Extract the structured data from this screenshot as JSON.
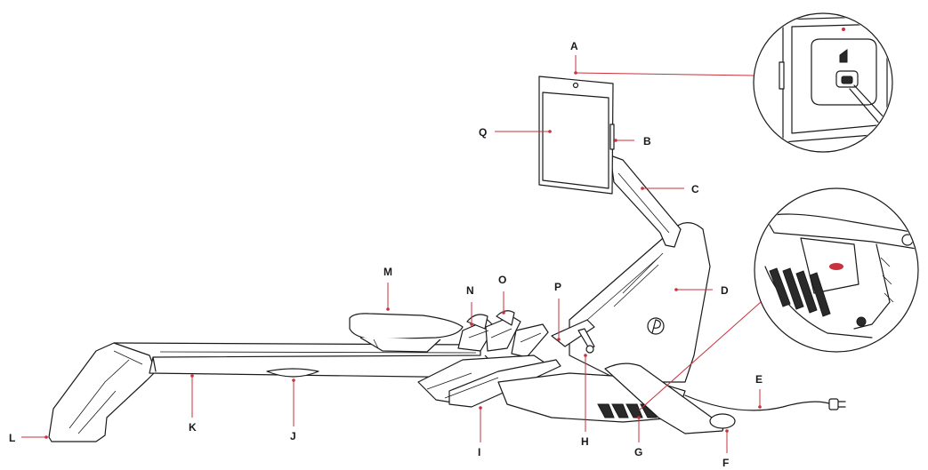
{
  "accent_color": "#c8323c",
  "ink_color": "#1a1a1a",
  "callouts": [
    {
      "id": "A",
      "label": "A"
    },
    {
      "id": "B",
      "label": "B"
    },
    {
      "id": "C",
      "label": "C"
    },
    {
      "id": "D",
      "label": "D"
    },
    {
      "id": "E",
      "label": "E"
    },
    {
      "id": "F",
      "label": "F"
    },
    {
      "id": "G",
      "label": "G"
    },
    {
      "id": "H",
      "label": "H"
    },
    {
      "id": "I",
      "label": "I"
    },
    {
      "id": "J",
      "label": "J"
    },
    {
      "id": "K",
      "label": "K"
    },
    {
      "id": "L",
      "label": "L"
    },
    {
      "id": "M",
      "label": "M"
    },
    {
      "id": "N",
      "label": "N"
    },
    {
      "id": "O",
      "label": "O"
    },
    {
      "id": "P",
      "label": "P"
    },
    {
      "id": "Q",
      "label": "Q"
    }
  ],
  "icons": [
    "brand-logo-icon",
    "power-plug-icon",
    "camera-icon"
  ]
}
